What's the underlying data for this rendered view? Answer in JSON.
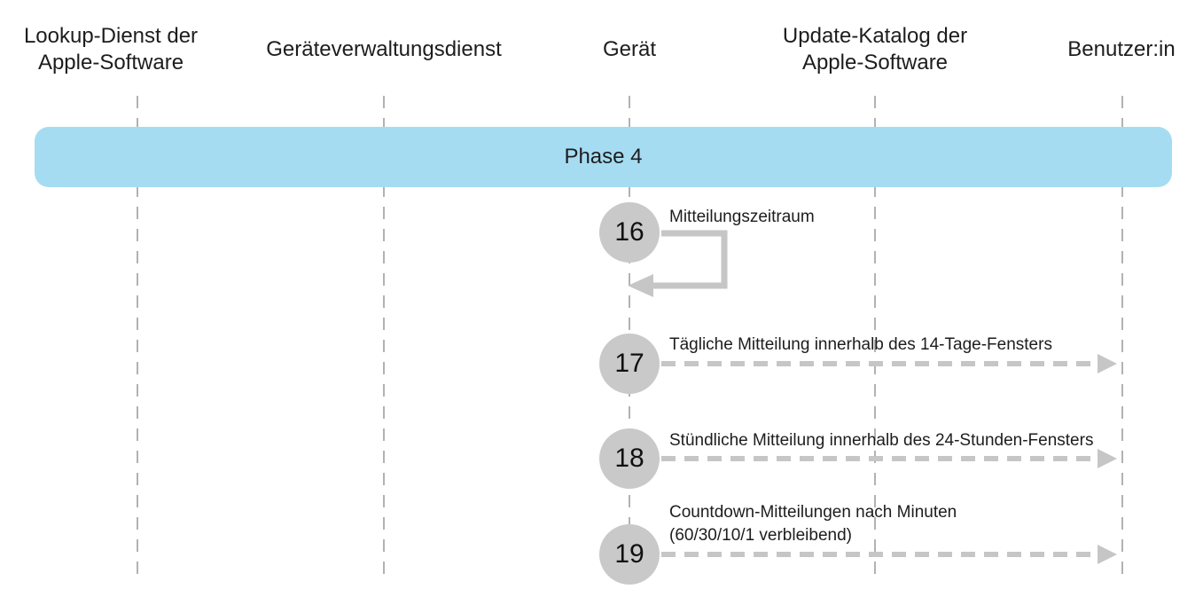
{
  "diagram": {
    "phase_label": "Phase 4",
    "actors": [
      {
        "id": "apple-software-lookup-service",
        "lines": [
          "Lookup-Dienst der",
          "Apple-Software"
        ]
      },
      {
        "id": "device-management-service",
        "lines": [
          "Geräteverwaltungsdienst"
        ]
      },
      {
        "id": "device",
        "lines": [
          "Gerät"
        ]
      },
      {
        "id": "apple-software-update-catalog",
        "lines": [
          "Update-Katalog der",
          "Apple-Software"
        ]
      },
      {
        "id": "user",
        "lines": [
          "Benutzer:in"
        ]
      }
    ],
    "steps": [
      {
        "number": "16",
        "arrow": "self-loop",
        "from": "Gerät",
        "to": "Gerät",
        "lines": [
          "Mitteilungszeitraum"
        ]
      },
      {
        "number": "17",
        "arrow": "dashed-right",
        "from": "Gerät",
        "to": "Benutzer:in",
        "lines": [
          "Tägliche Mitteilung innerhalb des 14-Tage-Fensters"
        ]
      },
      {
        "number": "18",
        "arrow": "dashed-right",
        "from": "Gerät",
        "to": "Benutzer:in",
        "lines": [
          "Stündliche Mitteilung innerhalb des 24-Stunden-Fensters"
        ]
      },
      {
        "number": "19",
        "arrow": "dashed-right",
        "from": "Gerät",
        "to": "Benutzer:in",
        "lines": [
          "Countdown-Mitteilungen nach Minuten",
          "(60/30/10/1 verbleibend)"
        ]
      }
    ],
    "colors": {
      "phase_fill": "#A6DCF2",
      "circle_fill": "#C9C9C9",
      "arrow_gray": "#C6C6C6",
      "lifeline_gray": "#B2B2B2",
      "text": "#1D1D1F"
    }
  }
}
